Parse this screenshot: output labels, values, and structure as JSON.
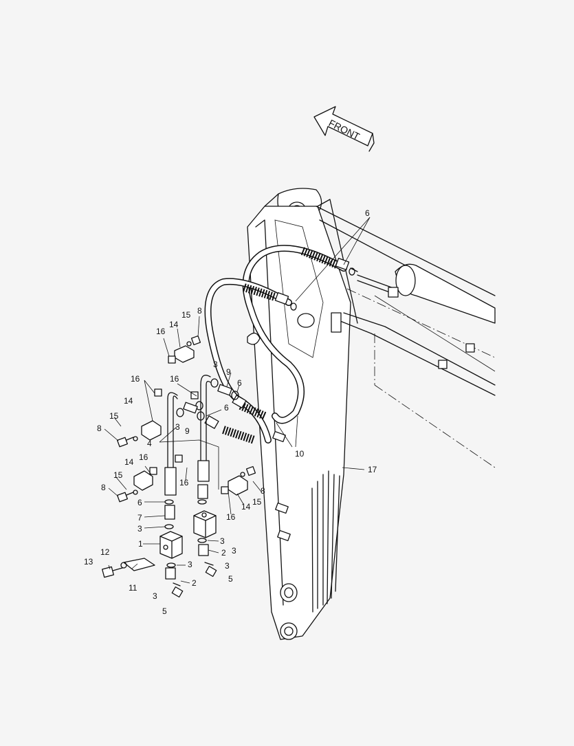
{
  "direction_arrow": {
    "text": "FRONT"
  },
  "callouts": [
    {
      "id": "c1",
      "text": "1"
    },
    {
      "id": "c2a",
      "text": "2"
    },
    {
      "id": "c2b",
      "text": "2"
    },
    {
      "id": "c3a",
      "text": "3"
    },
    {
      "id": "c3b",
      "text": "3"
    },
    {
      "id": "c3c",
      "text": "3"
    },
    {
      "id": "c3d",
      "text": "3"
    },
    {
      "id": "c3e",
      "text": "3"
    },
    {
      "id": "c3f",
      "text": "3"
    },
    {
      "id": "c3g",
      "text": "3"
    },
    {
      "id": "c3h",
      "text": "3"
    },
    {
      "id": "c4",
      "text": "4"
    },
    {
      "id": "c5a",
      "text": "5"
    },
    {
      "id": "c5b",
      "text": "5"
    },
    {
      "id": "c6a",
      "text": "6"
    },
    {
      "id": "c6b",
      "text": "6"
    },
    {
      "id": "c6c",
      "text": "6"
    },
    {
      "id": "c6d",
      "text": "6"
    },
    {
      "id": "c7",
      "text": "7"
    },
    {
      "id": "c8a",
      "text": "8"
    },
    {
      "id": "c8b",
      "text": "8"
    },
    {
      "id": "c8c",
      "text": "8"
    },
    {
      "id": "c8d",
      "text": "8"
    },
    {
      "id": "c9a",
      "text": "9"
    },
    {
      "id": "c9b",
      "text": "9"
    },
    {
      "id": "c10",
      "text": "10"
    },
    {
      "id": "c11",
      "text": "11"
    },
    {
      "id": "c12",
      "text": "12"
    },
    {
      "id": "c13",
      "text": "13"
    },
    {
      "id": "c14a",
      "text": "14"
    },
    {
      "id": "c14b",
      "text": "14"
    },
    {
      "id": "c14c",
      "text": "14"
    },
    {
      "id": "c14d",
      "text": "14"
    },
    {
      "id": "c15a",
      "text": "15"
    },
    {
      "id": "c15b",
      "text": "15"
    },
    {
      "id": "c15c",
      "text": "15"
    },
    {
      "id": "c15d",
      "text": "15"
    },
    {
      "id": "c16a",
      "text": "16"
    },
    {
      "id": "c16b",
      "text": "16"
    },
    {
      "id": "c16c",
      "text": "16"
    },
    {
      "id": "c16d",
      "text": "16"
    },
    {
      "id": "c16e",
      "text": "16"
    },
    {
      "id": "c16f",
      "text": "16"
    },
    {
      "id": "c17",
      "text": "17"
    }
  ]
}
